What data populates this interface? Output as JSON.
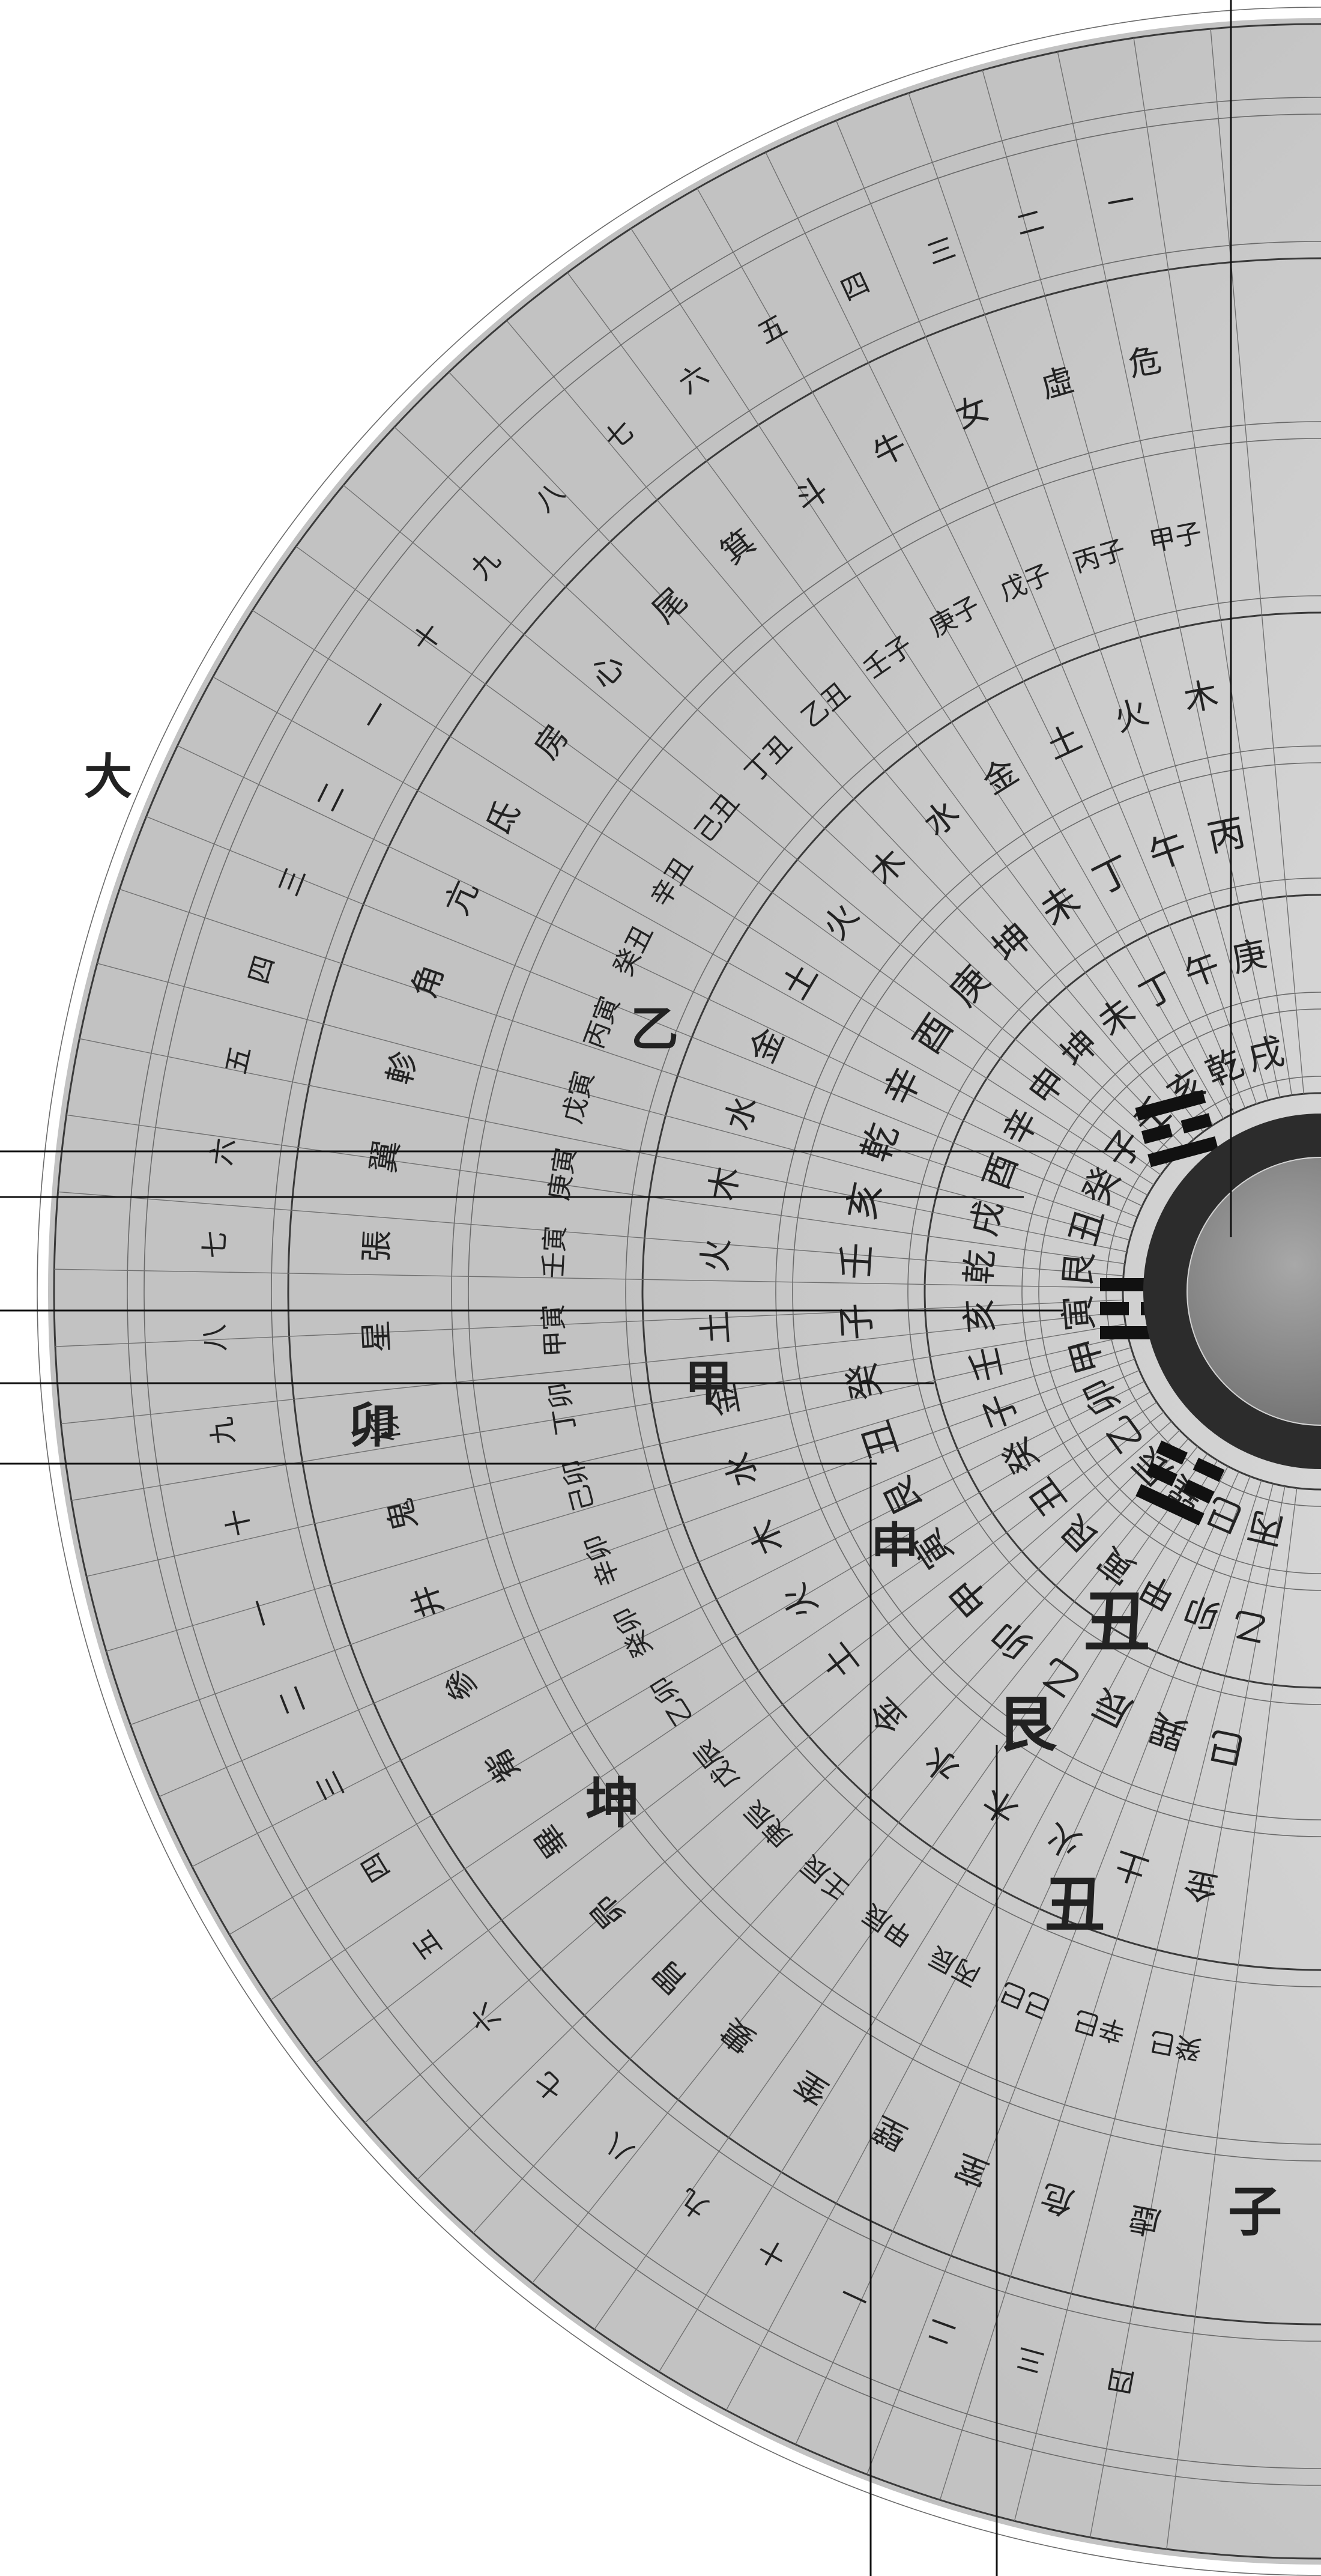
{
  "image": {
    "subject": "",
    "colors": {
      "background": "#ffffff",
      "disc": "#d4d4d4",
      "ink": "#222222",
      "center_ring": "#2c2c2c",
      "center_metal": "#8d8d8d",
      "overlay_lines": "#111111"
    }
  },
  "rings": [
    {
      "name": "inner-ring",
      "glyphs": [
        "戌",
        "乾",
        "亥",
        "壬",
        "子",
        "癸",
        "丑",
        "艮",
        "寅",
        "甲",
        "卯",
        "乙",
        "辰",
        "巽",
        "巳",
        "丙"
      ]
    },
    {
      "name": "ring-2",
      "glyphs": [
        "庚",
        "午",
        "丁",
        "未",
        "坤",
        "申",
        "辛",
        "酉",
        "戌",
        "乾",
        "亥",
        "壬",
        "子",
        "癸",
        "丑",
        "艮",
        "寅",
        "甲",
        "卯",
        "乙"
      ]
    },
    {
      "name": "ring-3",
      "glyphs": [
        "丙",
        "午",
        "丁",
        "未",
        "坤",
        "庚",
        "酉",
        "辛",
        "乾",
        "亥",
        "壬",
        "子",
        "癸",
        "丑",
        "艮",
        "寅",
        "甲",
        "卯",
        "乙",
        "辰",
        "巽",
        "巳"
      ]
    },
    {
      "name": "ring-4",
      "glyphs": [
        "木",
        "火",
        "土",
        "金",
        "水",
        "木",
        "火",
        "土",
        "金",
        "水",
        "木",
        "火",
        "土",
        "金",
        "水",
        "木",
        "火",
        "土",
        "金",
        "水",
        "木",
        "火",
        "土",
        "金"
      ]
    },
    {
      "name": "ring-5",
      "glyphs": [
        "甲子",
        "丙子",
        "戊子",
        "庚子",
        "壬子",
        "乙丑",
        "丁丑",
        "己丑",
        "辛丑",
        "癸丑",
        "丙寅",
        "戊寅",
        "庚寅",
        "壬寅",
        "甲寅",
        "丁卯",
        "己卯",
        "辛卯",
        "癸卯",
        "乙卯",
        "戊辰",
        "庚辰",
        "壬辰",
        "甲辰",
        "丙辰",
        "己巳",
        "辛巳",
        "癸巳"
      ]
    },
    {
      "name": "ring-6",
      "glyphs": [
        "危",
        "虛",
        "女",
        "牛",
        "斗",
        "箕",
        "尾",
        "心",
        "房",
        "氐",
        "亢",
        "角",
        "軫",
        "翼",
        "張",
        "星",
        "柳",
        "鬼",
        "井",
        "參",
        "觜",
        "畢",
        "昴",
        "胃",
        "婁",
        "奎",
        "壁",
        "室",
        "危",
        "虛"
      ]
    },
    {
      "name": "outer-ring",
      "glyphs": [
        "一",
        "二",
        "三",
        "四",
        "五",
        "六",
        "七",
        "八",
        "九",
        "十",
        "一",
        "二",
        "三",
        "四",
        "五",
        "六",
        "七",
        "八",
        "九",
        "十",
        "一",
        "二",
        "三",
        "四",
        "五",
        "六",
        "七",
        "八",
        "九",
        "十",
        "一",
        "二",
        "三",
        "四"
      ]
    }
  ],
  "labels": {
    "large_glyphs": [
      "丑",
      "艮",
      "坤",
      "丑",
      "子",
      "申",
      "卯",
      "甲",
      "乙",
      "大"
    ]
  }
}
